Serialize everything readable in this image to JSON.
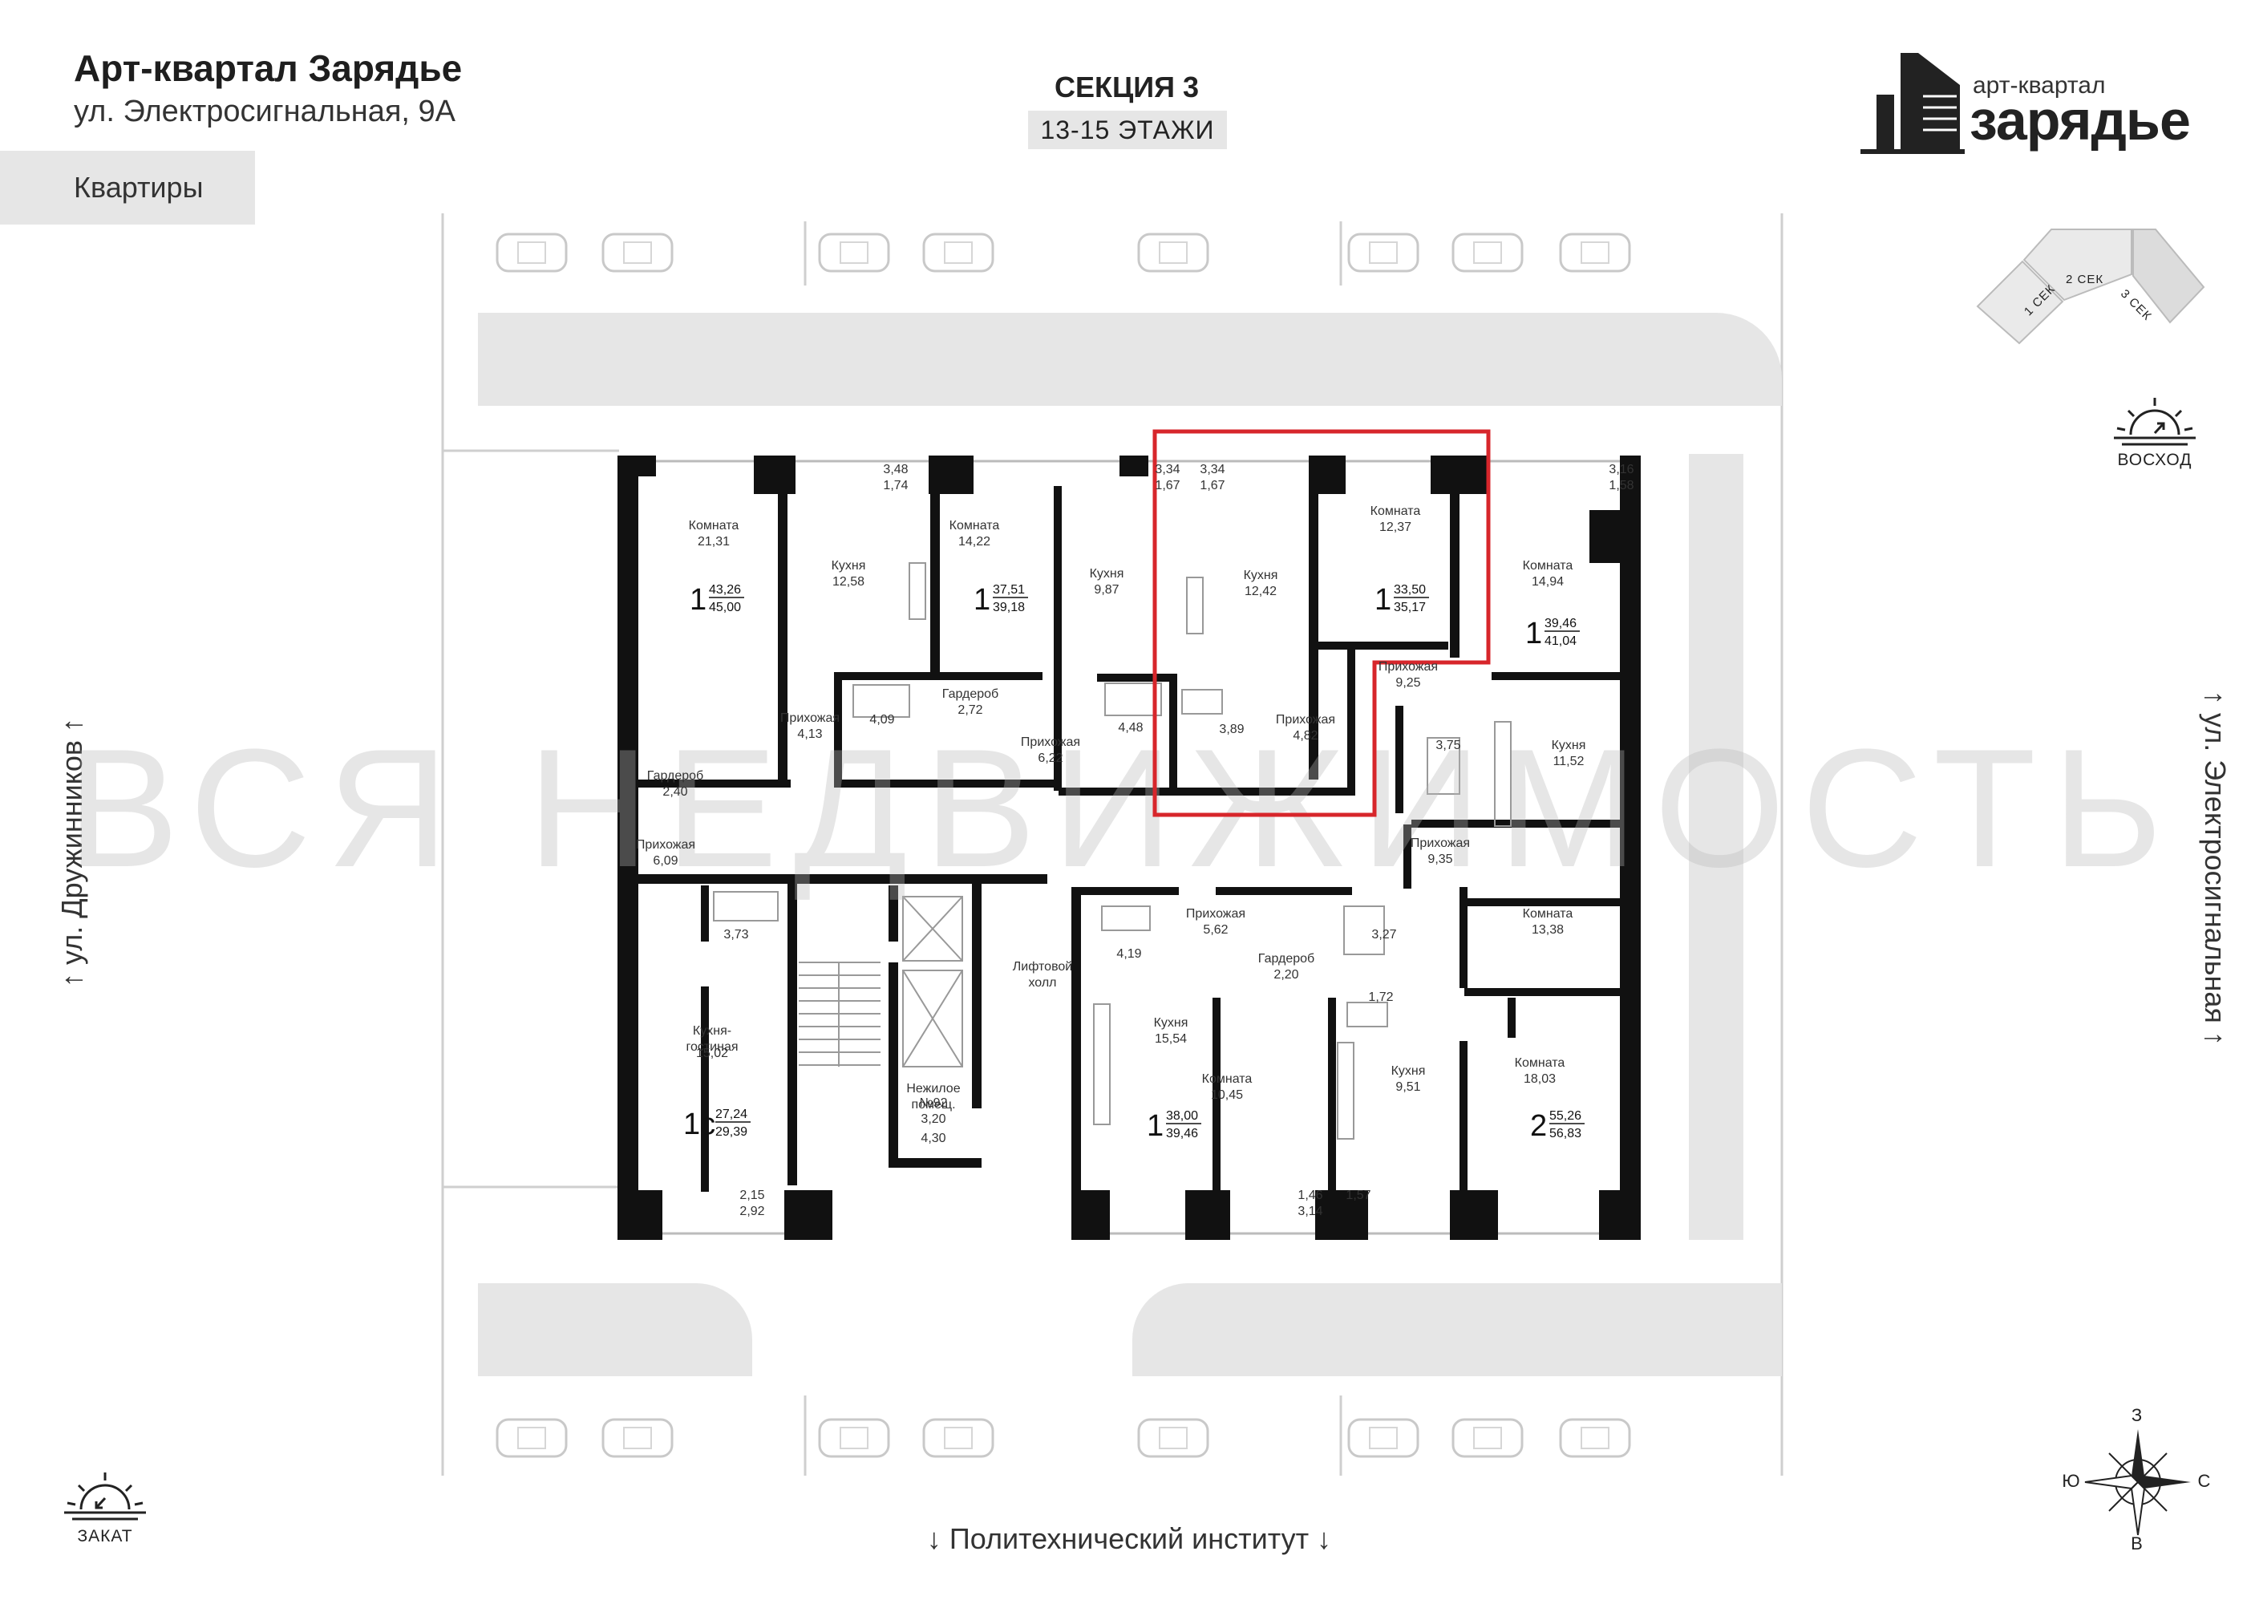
{
  "header": {
    "title": "Арт-квартал Зарядье",
    "address": "ул. Электросигнальная, 9А",
    "tab_label": "Квартиры"
  },
  "section": {
    "title": "СЕКЦИЯ 3",
    "floors": "13-15 ЭТАЖИ"
  },
  "logo": {
    "small": "арт-квартал",
    "big": "зарядье"
  },
  "minimap": {
    "labels": [
      "1 СЕК",
      "2 СЕК",
      "3 СЕК"
    ]
  },
  "compass": {
    "sunrise": "ВОСХОД",
    "sunset": "ЗАКАТ",
    "north": "З",
    "south": "В",
    "west": "Ю",
    "east": "С"
  },
  "streets": {
    "left": "ул. Дружинников",
    "right": "ул. Электросигнальная",
    "bottom": "Политехнический институт"
  },
  "watermark": "ВСЯ НЕДВИЖИМОСТЬ",
  "colors": {
    "wall": "#111111",
    "highlight": "#d7262b",
    "road": "#e6e6e6"
  },
  "rooms": [
    {
      "t": "Комната",
      "v": "21,31"
    },
    {
      "t": "Кухня",
      "v": "12,58"
    },
    {
      "t": "",
      "v": "3,48"
    },
    {
      "t": "",
      "v": "1,74"
    },
    {
      "t": "Комната",
      "v": "14,22"
    },
    {
      "t": "Кухня",
      "v": "9,87"
    },
    {
      "t": "",
      "v": "3,34"
    },
    {
      "t": "",
      "v": "1,67"
    },
    {
      "t": "",
      "v": "3,34"
    },
    {
      "t": "",
      "v": "1,67"
    },
    {
      "t": "Кухня",
      "v": "12,42"
    },
    {
      "t": "Комната",
      "v": "12,37"
    },
    {
      "t": "",
      "v": "3,16"
    },
    {
      "t": "",
      "v": "1,58"
    },
    {
      "t": "Комната",
      "v": "14,94"
    },
    {
      "t": "Прихожая",
      "v": "4,13"
    },
    {
      "t": "",
      "v": "4,09"
    },
    {
      "t": "Гардероб",
      "v": "2,72"
    },
    {
      "t": "Прихожая",
      "v": "6,22"
    },
    {
      "t": "",
      "v": "4,48"
    },
    {
      "t": "",
      "v": "3,89"
    },
    {
      "t": "Прихожая",
      "v": "4,82"
    },
    {
      "t": "Прихожая",
      "v": "9,25"
    },
    {
      "t": "",
      "v": "3,75"
    },
    {
      "t": "Кухня",
      "v": "11,52"
    },
    {
      "t": "Гардероб",
      "v": "2,40"
    },
    {
      "t": "Прихожая",
      "v": "6,09"
    },
    {
      "t": "",
      "v": "3,73"
    },
    {
      "t": "Прихожая",
      "v": "9,35"
    },
    {
      "t": "Комната",
      "v": "13,38"
    },
    {
      "t": "Прихожая",
      "v": "5,62"
    },
    {
      "t": "",
      "v": "4,19"
    },
    {
      "t": "Гардероб",
      "v": "2,20"
    },
    {
      "t": "",
      "v": "3,27"
    },
    {
      "t": "",
      "v": "1,72"
    },
    {
      "t": "Лифтовой",
      "v": "холл"
    },
    {
      "t": "Кухня-",
      "v": "гостиная"
    },
    {
      "t": "",
      "v": "15,02"
    },
    {
      "t": "Кухня",
      "v": "15,54"
    },
    {
      "t": "Комната",
      "v": "10,45"
    },
    {
      "t": "Кухня",
      "v": "9,51"
    },
    {
      "t": "Комната",
      "v": "18,03"
    },
    {
      "t": "Нежилое",
      "v": "помещ."
    },
    {
      "t": "№92",
      "v": "3,20"
    },
    {
      "t": "",
      "v": "4,30"
    },
    {
      "t": "",
      "v": "2,15"
    },
    {
      "t": "",
      "v": "2,92"
    },
    {
      "t": "",
      "v": "1,46"
    },
    {
      "t": "",
      "v": "3,14"
    },
    {
      "t": "",
      "v": "1,57"
    }
  ],
  "apartments": [
    {
      "rooms": "1",
      "area": "43,26",
      "total": "45,00"
    },
    {
      "rooms": "1",
      "area": "37,51",
      "total": "39,18"
    },
    {
      "rooms": "1",
      "area": "33,50",
      "total": "35,17"
    },
    {
      "rooms": "1",
      "area": "39,46",
      "total": "41,04"
    },
    {
      "rooms": "1с",
      "area": "27,24",
      "total": "29,39"
    },
    {
      "rooms": "1",
      "area": "38,00",
      "total": "39,46"
    },
    {
      "rooms": "2",
      "area": "55,26",
      "total": "56,83"
    }
  ]
}
